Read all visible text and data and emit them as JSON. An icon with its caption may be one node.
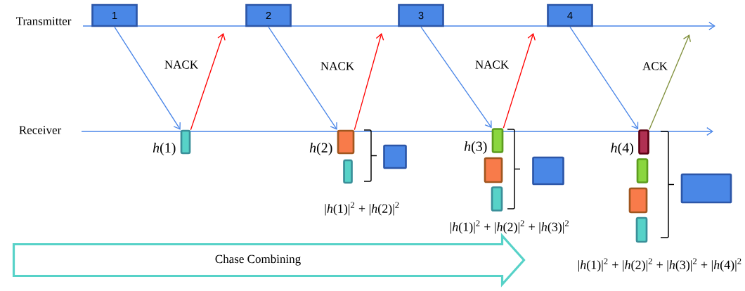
{
  "diagram": {
    "nodes": [
      {
        "text": [
          "1"
        ]
      },
      {
        "text": [
          "2"
        ]
      },
      {
        "text": [
          "3"
        ]
      },
      {
        "text": [
          "4"
        ]
      },
      {
        "text": [],
        "shape": "bar",
        "beside": [
          "*h*(1)"
        ]
      },
      {
        "text": [],
        "shape": "bar",
        "beside": [
          "*h*(2)"
        ]
      },
      {
        "text": [],
        "shape": "bar"
      },
      {
        "text": [],
        "shape": "box"
      },
      {
        "text": [],
        "shape": "bar",
        "beside": [
          "*h*(3)"
        ]
      },
      {
        "text": [],
        "shape": "bar"
      },
      {
        "text": [],
        "shape": "bar"
      },
      {
        "text": [],
        "shape": "box"
      },
      {
        "text": [],
        "shape": "bar",
        "beside": [
          "*h*(4)"
        ]
      },
      {
        "text": [],
        "shape": "bar"
      },
      {
        "text": [],
        "shape": "bar"
      },
      {
        "text": [],
        "shape": "bar"
      },
      {
        "text": [],
        "shape": "box"
      },
      {
        "text": [
          "Chase Combining"
        ]
      }
    ],
    "edges": [
      {
        "from": 0,
        "to": 4,
        "arrow": "to"
      },
      {
        "from": 4,
        "to": null,
        "arrow": "to",
        "label": "NACK",
        "color": "#ff0000"
      },
      {
        "from": 1,
        "to": 5,
        "arrow": "to"
      },
      {
        "from": 5,
        "to": null,
        "arrow": "to",
        "label": "NACK",
        "color": "#ff0000"
      },
      {
        "from": 2,
        "to": 8,
        "arrow": "to"
      },
      {
        "from": 8,
        "to": null,
        "arrow": "to",
        "label": "NACK",
        "color": "#ff0000"
      },
      {
        "from": 3,
        "to": 12,
        "arrow": "to"
      },
      {
        "from": 12,
        "to": null,
        "arrow": "to",
        "label": "ACK",
        "color": "#7f8f3a"
      }
    ],
    "labels": [
      "Transmitter",
      "Receiver",
      "|*h*(1)|$^{2}$ + |*h*(2)|$^{2}$",
      "|*h*(1)|$^{2}$ + |*h*(2)|$^{2}$ + |*h*(3)|$^{2}$",
      "|*h*(1)|$^{2}$ + |*h*(2)|$^{2}$ + |*h*(3)|$^{2}$ + |*h*(4)|$^{2}$"
    ]
  }
}
